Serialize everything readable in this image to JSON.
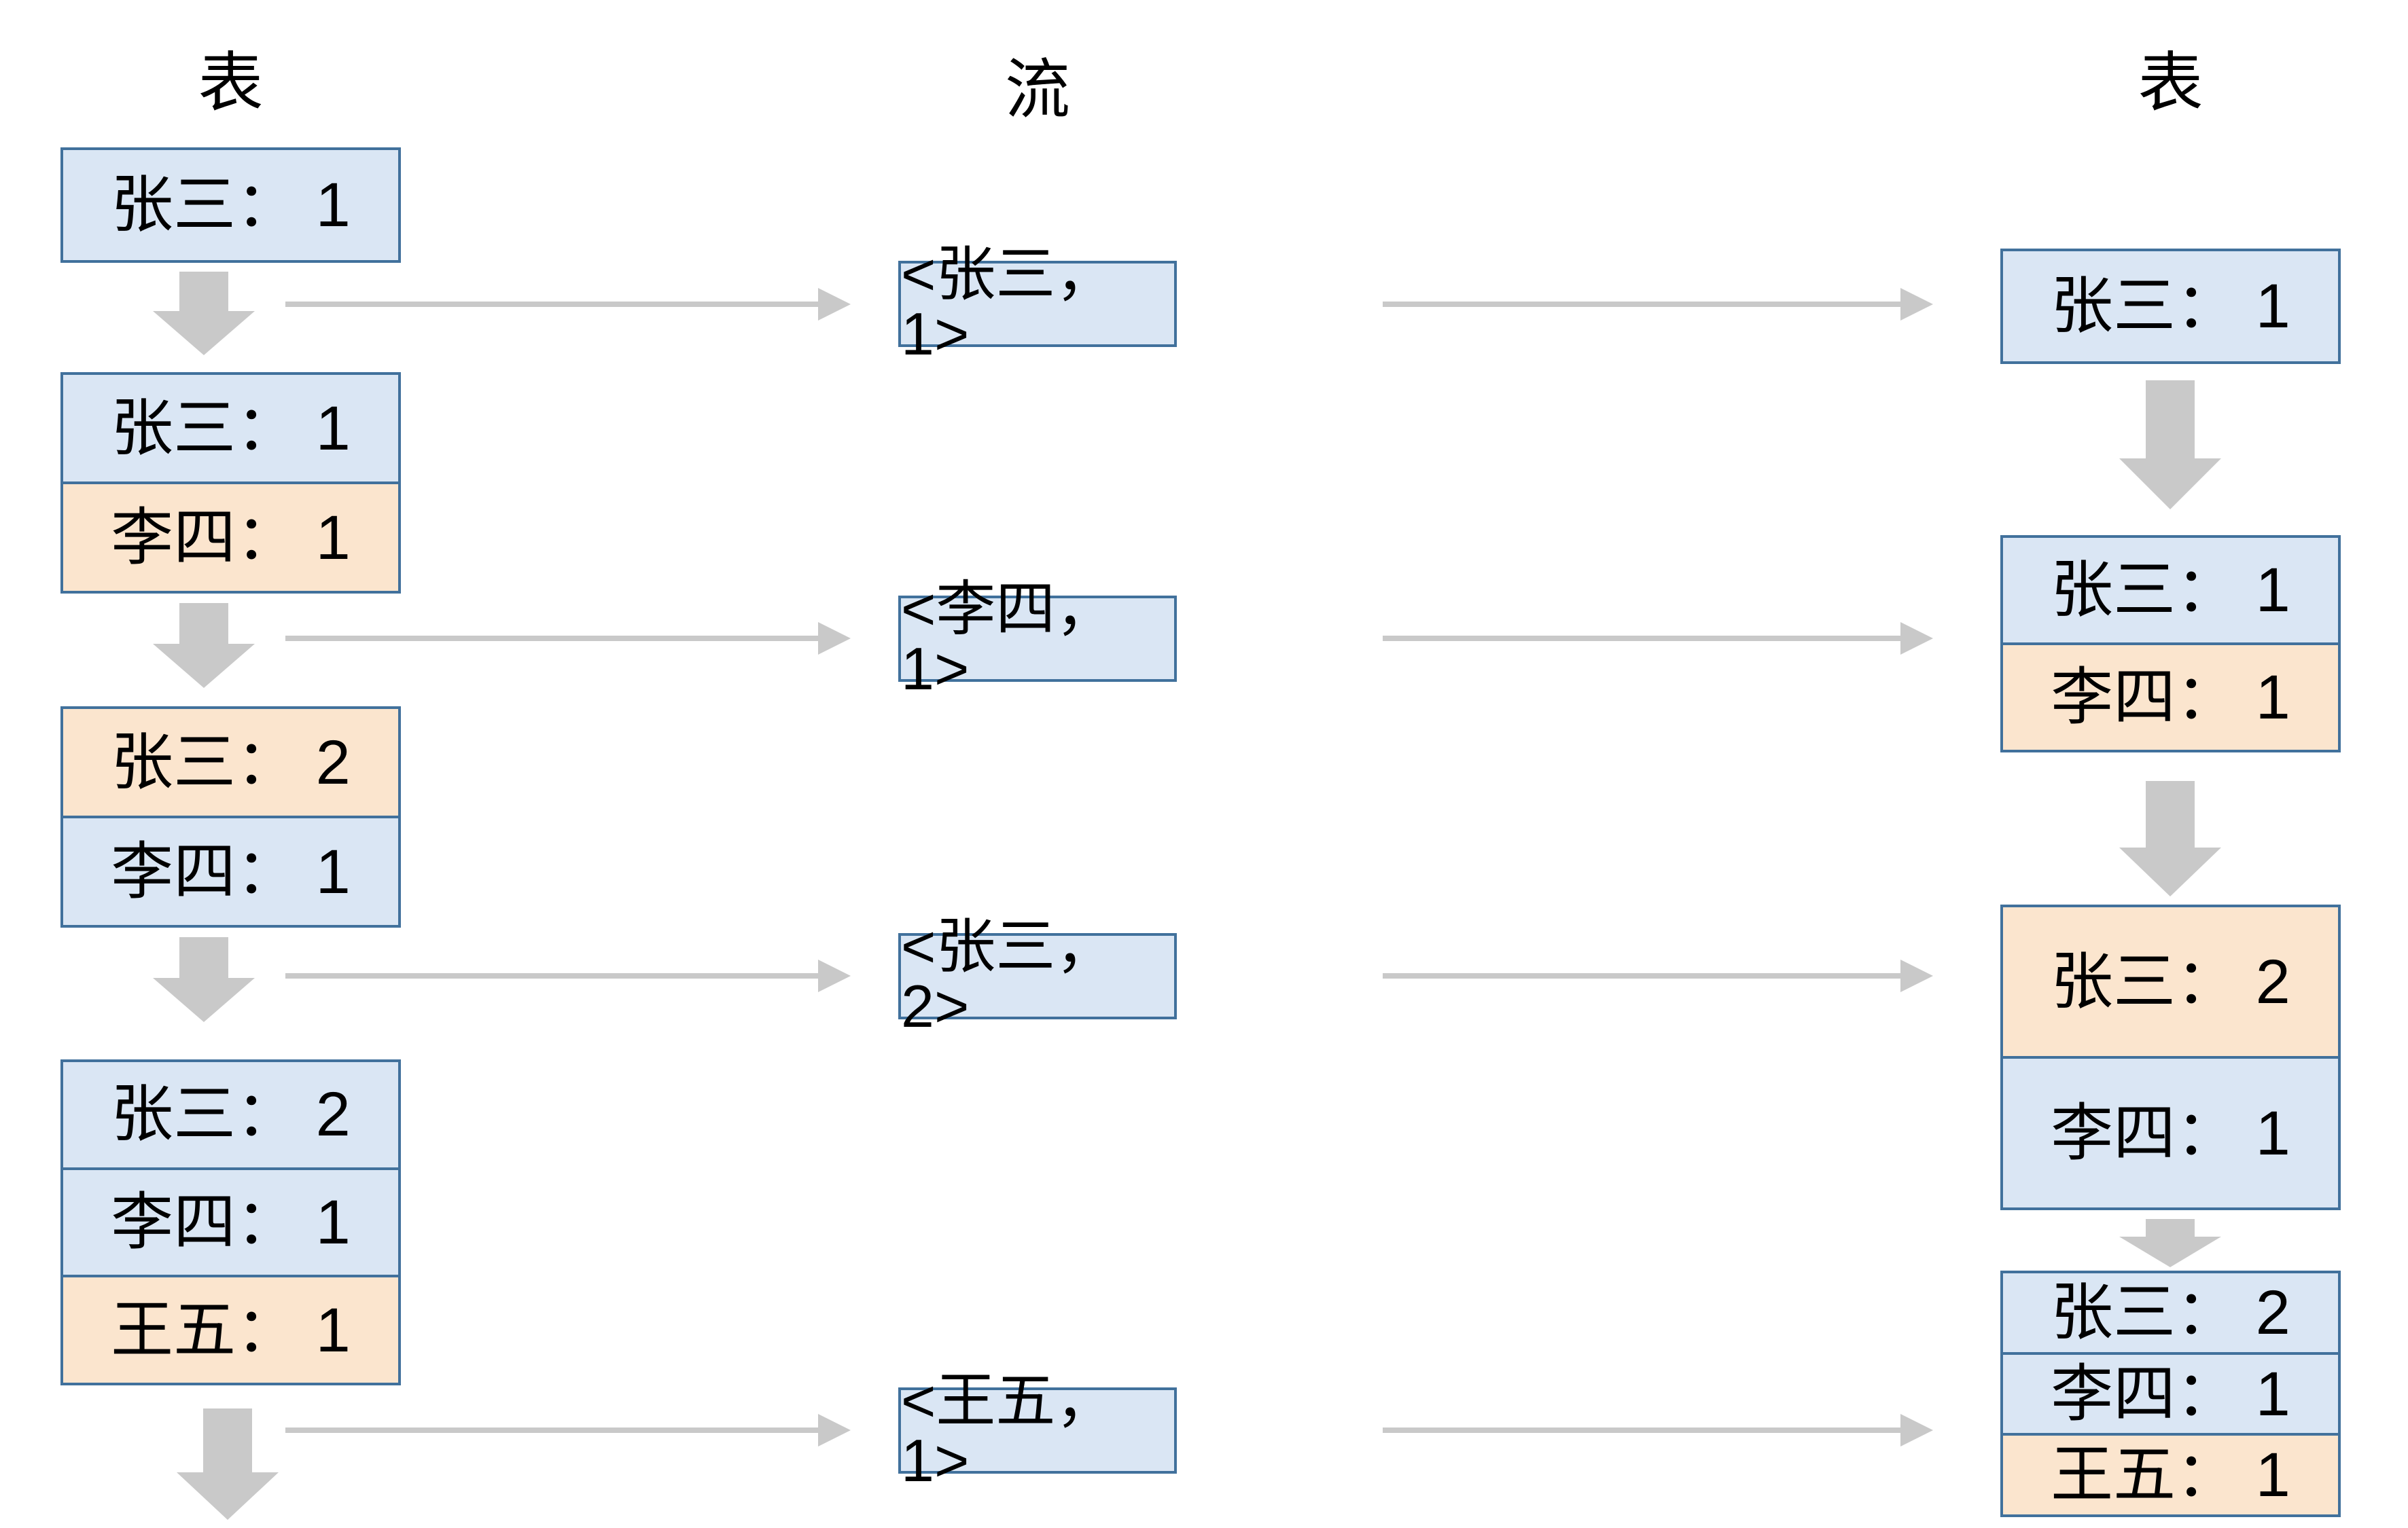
{
  "diagram": {
    "colors": {
      "row_blue": "#DAE6F4",
      "row_orange": "#FBE5CE",
      "box_border": "#41719C",
      "arrow": "#C9C9C9",
      "text": "#000000",
      "background": "#FFFFFF"
    },
    "left_table": {
      "title": "表",
      "states": [
        {
          "rows": [
            {
              "label": "张三： 1",
              "variant": "blue"
            }
          ]
        },
        {
          "rows": [
            {
              "label": "张三： 1",
              "variant": "blue"
            },
            {
              "label": "李四： 1",
              "variant": "orange"
            }
          ]
        },
        {
          "rows": [
            {
              "label": "张三： 2",
              "variant": "orange"
            },
            {
              "label": "李四： 1",
              "variant": "blue"
            }
          ]
        },
        {
          "rows": [
            {
              "label": "张三： 2",
              "variant": "blue"
            },
            {
              "label": "李四： 1",
              "variant": "blue"
            },
            {
              "label": "王五： 1",
              "variant": "orange"
            }
          ]
        }
      ]
    },
    "stream": {
      "title": "流",
      "events": [
        {
          "label": "<张三， 1>"
        },
        {
          "label": "<李四， 1>"
        },
        {
          "label": "<张三， 2>"
        },
        {
          "label": "<王五， 1>"
        }
      ]
    },
    "right_table": {
      "title": "表",
      "states": [
        {
          "rows": [
            {
              "label": "张三： 1",
              "variant": "blue"
            }
          ]
        },
        {
          "rows": [
            {
              "label": "张三： 1",
              "variant": "blue"
            },
            {
              "label": "李四： 1",
              "variant": "orange"
            }
          ]
        },
        {
          "rows": [
            {
              "label": "张三： 2",
              "variant": "orange"
            },
            {
              "label": "李四： 1",
              "variant": "blue"
            }
          ]
        },
        {
          "rows": [
            {
              "label": "张三： 2",
              "variant": "blue"
            },
            {
              "label": "李四： 1",
              "variant": "blue"
            },
            {
              "label": "王五： 1",
              "variant": "orange"
            }
          ]
        }
      ]
    }
  }
}
